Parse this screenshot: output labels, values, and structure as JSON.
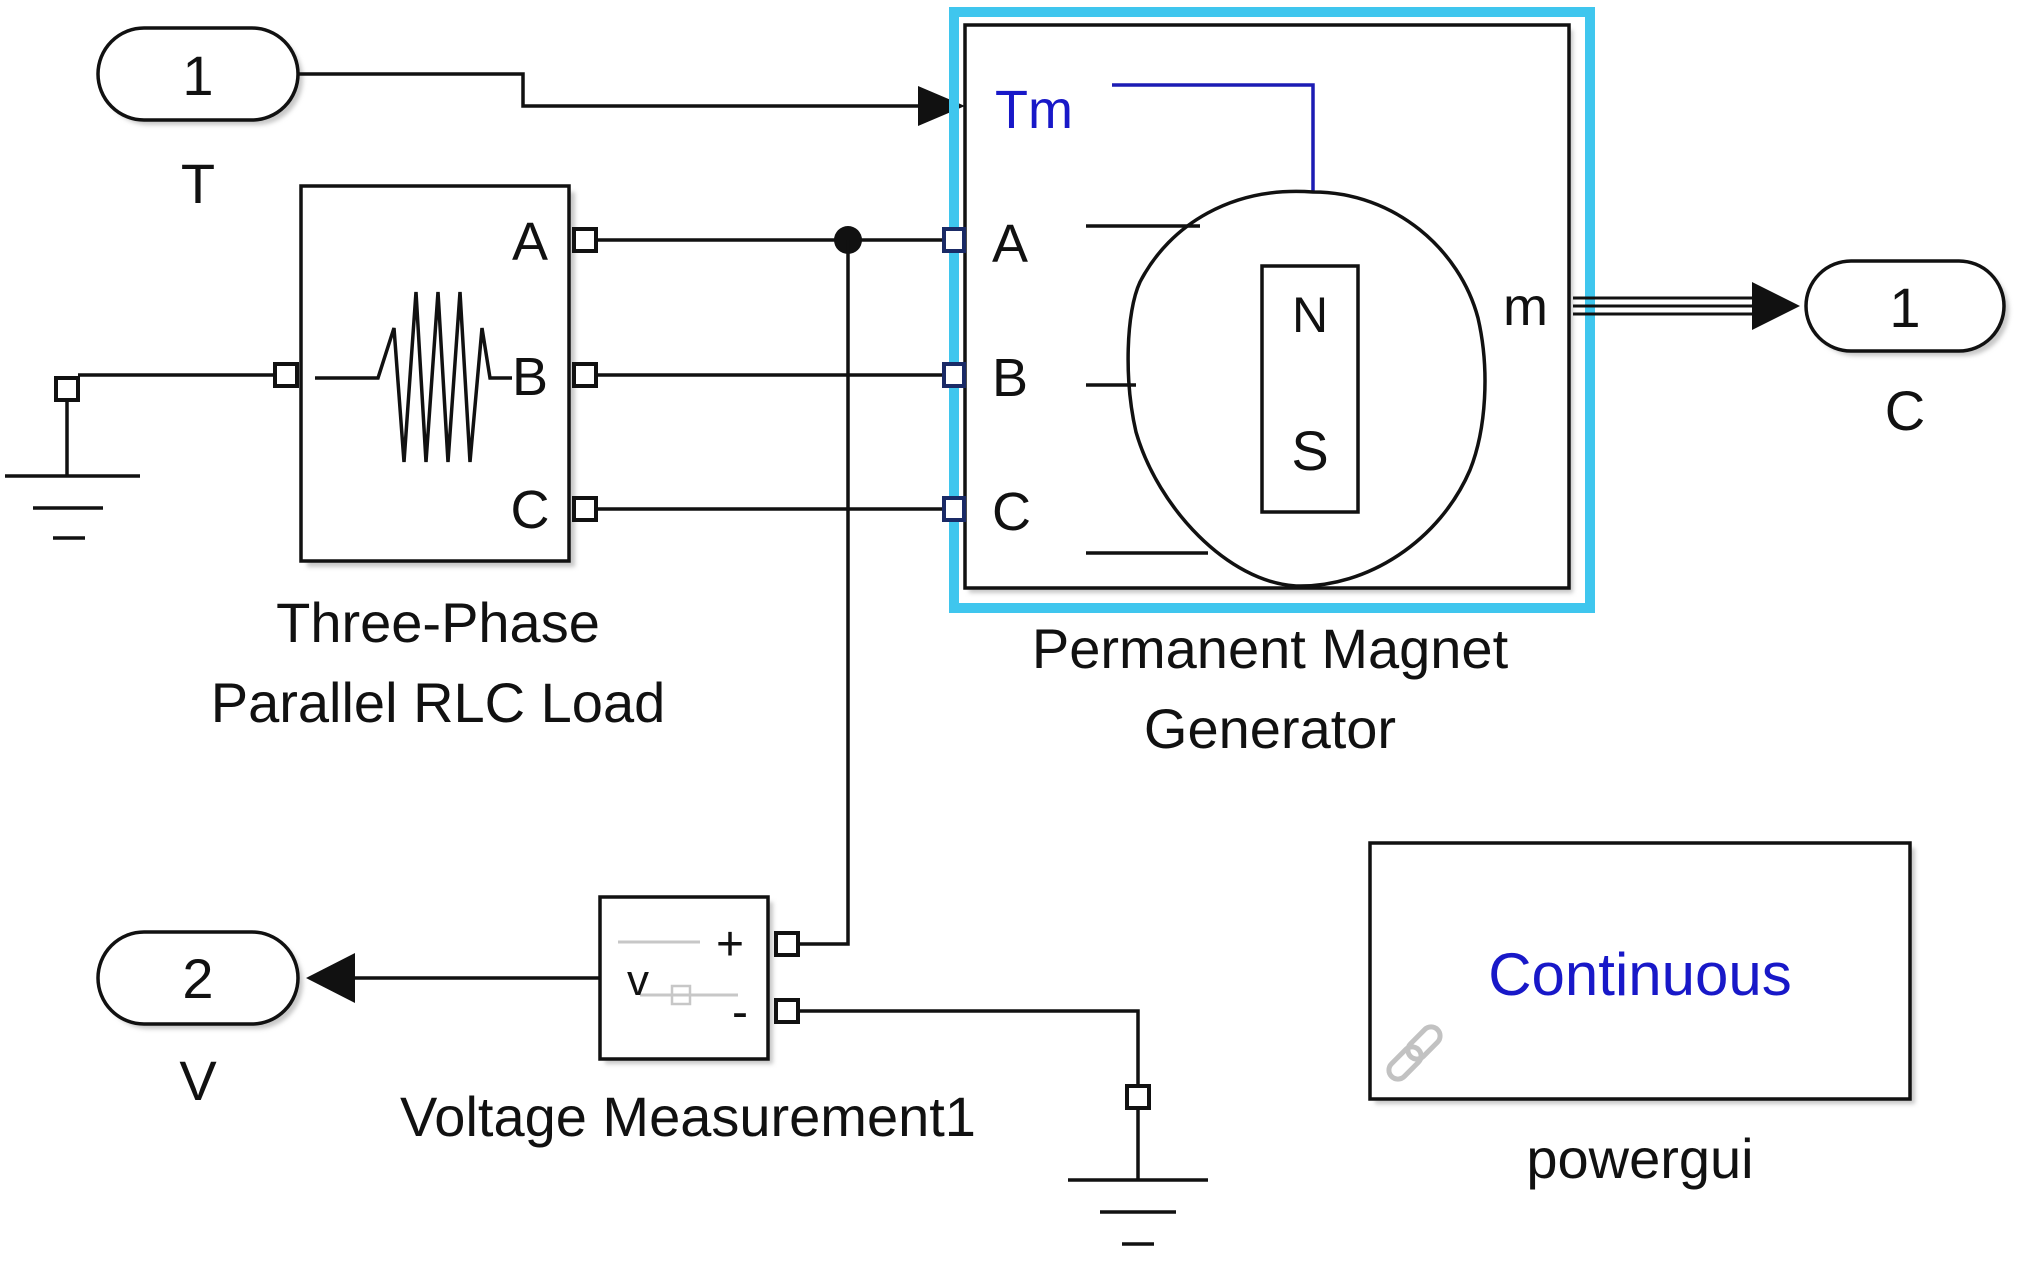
{
  "blocks": {
    "inport_t": {
      "number": "1",
      "name": "T"
    },
    "outport_c": {
      "number": "1",
      "name": "C"
    },
    "outport_v": {
      "number": "2",
      "name": "V"
    },
    "rlc_load": {
      "name_line1": "Three-Phase",
      "name_line2": "Parallel RLC Load",
      "ports": [
        "A",
        "B",
        "C"
      ]
    },
    "pm_generator": {
      "name_line1": "Permanent Magnet",
      "name_line2": "Generator",
      "input_label": "Tm",
      "ports": [
        "A",
        "B",
        "C"
      ],
      "output_label": "m",
      "magnet_north": "N",
      "magnet_south": "S"
    },
    "voltage_measurement": {
      "name": "Voltage Measurement1",
      "symbol": "v",
      "plus": "+",
      "minus": "-"
    },
    "powergui": {
      "name": "powergui",
      "mode": "Continuous"
    }
  },
  "colors": {
    "selection": "#3fc6ee",
    "signal_blue": "#1c1cb4",
    "text_blue": "#1818c8",
    "line": "#111111"
  }
}
